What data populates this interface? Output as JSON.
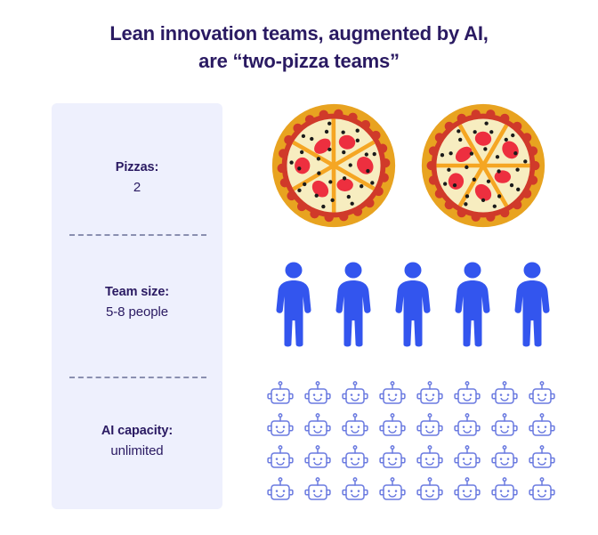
{
  "title": {
    "line1": "Lean innovation teams, augmented by AI,",
    "line2": "are “two-pizza teams”"
  },
  "colors": {
    "title_text": "#2a1a62",
    "panel_background": "#eef0fd",
    "panel_text": "#2a1a62",
    "divider": "#8a8fb0",
    "person_blue": "#3355ee",
    "robot_blue": "#6a7ae0",
    "pizza_crust": "#e8a320",
    "pizza_sauce": "#d03a2a",
    "pizza_cheese": "#f7edc0",
    "pizza_slice_line": "#f5a623",
    "pepperoni": "#ed2f3f",
    "pizza_seed": "#1a1a1a",
    "page_background": "#ffffff"
  },
  "panel": {
    "blocks": [
      {
        "label": "Pizzas:",
        "value": "2"
      },
      {
        "label": "Team size:",
        "value": "5-8 people"
      },
      {
        "label": "AI capacity:",
        "value": "unlimited"
      }
    ]
  },
  "illustrations": {
    "pizzas": {
      "count": 2,
      "slices_per_pizza": 6,
      "icon": "pizza-icon"
    },
    "people": {
      "count": 5,
      "icon": "person-icon"
    },
    "robots": {
      "count": 32,
      "columns": 8,
      "rows": 4,
      "icon": "robot-head-icon"
    }
  },
  "chart_data": {
    "type": "table",
    "title": "Lean innovation teams, augmented by AI, are “two-pizza teams”",
    "categories": [
      "Pizzas",
      "Team size",
      "AI capacity"
    ],
    "values": [
      "2",
      "5-8 people",
      "unlimited"
    ],
    "pictogram_counts": {
      "pizzas": 2,
      "people": 5,
      "robots": 32
    }
  }
}
